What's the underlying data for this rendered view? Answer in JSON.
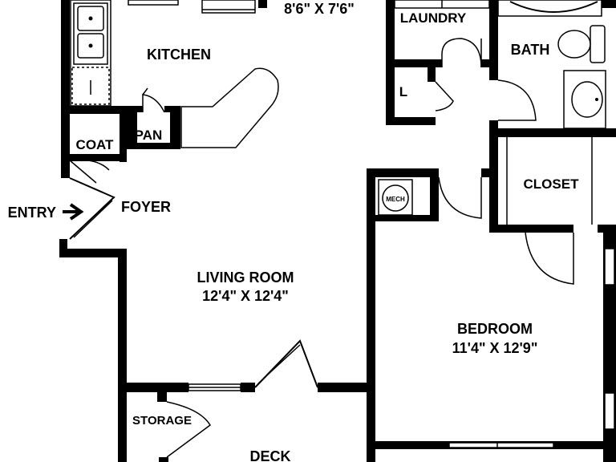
{
  "rooms": {
    "dining_dimensions": "8'6\" X 7'6\"",
    "laundry": "LAUNDRY",
    "bath": "BATH",
    "kitchen": "KITCHEN",
    "linen": "L",
    "coat": "COAT",
    "pantry": "PAN",
    "closet": "CLOSET",
    "entry": "ENTRY",
    "foyer": "FOYER",
    "mech": "MECH",
    "living_room": "LIVING ROOM",
    "living_room_dimensions": "12'4\" X 12'4\"",
    "bedroom": "BEDROOM",
    "bedroom_dimensions": "11'4\" X 12'9\"",
    "storage": "STORAGE",
    "deck": "DECK"
  },
  "icons": {
    "entry_arrow": "arrow-right-icon"
  }
}
